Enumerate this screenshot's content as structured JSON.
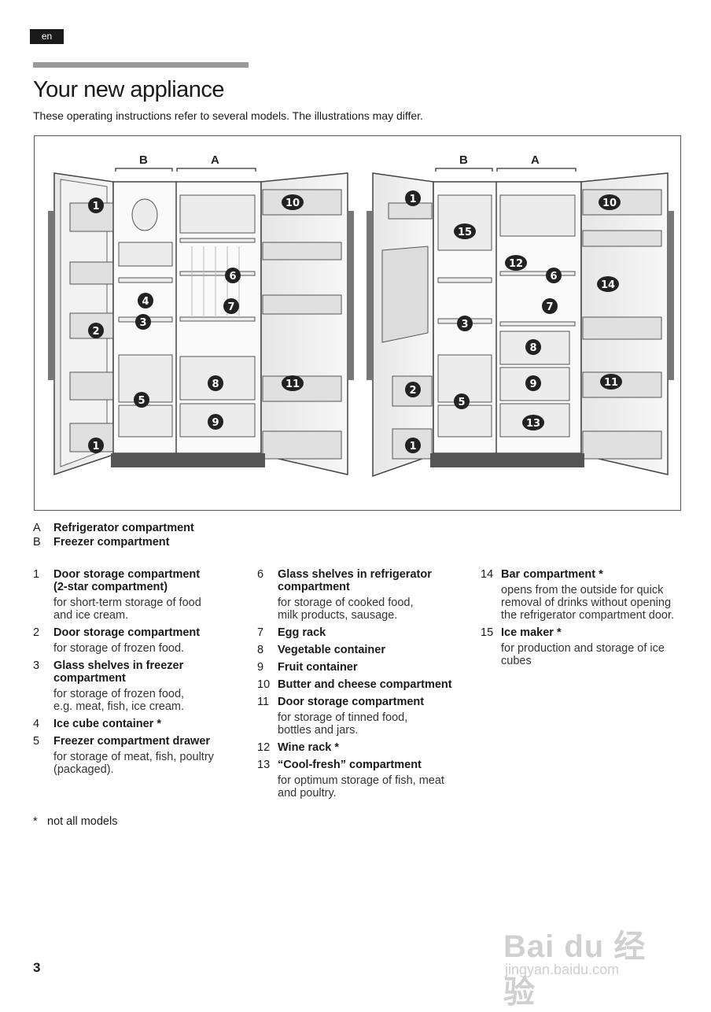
{
  "header": {
    "lang": "en"
  },
  "title": "Your new appliance",
  "subtitle": "These operating instructions refer to several models. The illustrations may differ.",
  "figure": {
    "left_labels": [
      "B",
      "A"
    ],
    "right_labels": [
      "B",
      "A"
    ],
    "left_badges": [
      "1",
      "4",
      "3",
      "2",
      "5",
      "1",
      "10",
      "6",
      "7",
      "8",
      "9",
      "11"
    ],
    "right_badges": [
      "1",
      "15",
      "3",
      "2",
      "5",
      "1",
      "10",
      "12",
      "6",
      "7",
      "14",
      "8",
      "9",
      "13",
      "11"
    ]
  },
  "legend": [
    {
      "key": "A",
      "label": "Refrigerator compartment"
    },
    {
      "key": "B",
      "label": "Freezer compartment"
    }
  ],
  "columns": [
    [
      {
        "num": "1",
        "label": "Door storage compartment\n(2-star compartment)",
        "desc": "for short-term storage of food\nand ice cream."
      },
      {
        "num": "2",
        "label": "Door storage compartment",
        "desc": "for storage of frozen food."
      },
      {
        "num": "3",
        "label": "Glass shelves in freezer\ncompartment",
        "desc": "for storage of frozen food,\ne.g. meat, fish, ice cream."
      },
      {
        "num": "4",
        "label": "Ice cube container *",
        "desc": ""
      },
      {
        "num": "5",
        "label": "Freezer compartment drawer",
        "desc": "for storage of meat, fish, poultry\n(packaged)."
      }
    ],
    [
      {
        "num": "6",
        "label": "Glass shelves in refrigerator\ncompartment",
        "desc": "for storage of cooked food,\nmilk products, sausage."
      },
      {
        "num": "7",
        "label": "Egg rack",
        "desc": ""
      },
      {
        "num": "8",
        "label": "Vegetable container",
        "desc": ""
      },
      {
        "num": "9",
        "label": "Fruit container",
        "desc": ""
      },
      {
        "num": "10",
        "label": "Butter and cheese compartment",
        "desc": ""
      },
      {
        "num": "11",
        "label": "Door storage compartment",
        "desc": "for storage of tinned food,\nbottles and jars."
      },
      {
        "num": "12",
        "label": "Wine rack *",
        "desc": ""
      },
      {
        "num": "13",
        "label": "“Cool-fresh” compartment",
        "desc": "for optimum storage of fish, meat\nand poultry."
      }
    ],
    [
      {
        "num": "14",
        "label": "Bar compartment *",
        "desc": "opens from the outside for quick\nremoval of drinks without opening\nthe refrigerator compartment door."
      },
      {
        "num": "15",
        "label": "Ice maker *",
        "desc": "for production and storage of ice\ncubes"
      }
    ]
  ],
  "footnote": {
    "star": "*",
    "text": "not all models"
  },
  "page_number": "3",
  "watermark": {
    "brand": "Bai du 经验",
    "url": "jingyan.baidu.com"
  }
}
